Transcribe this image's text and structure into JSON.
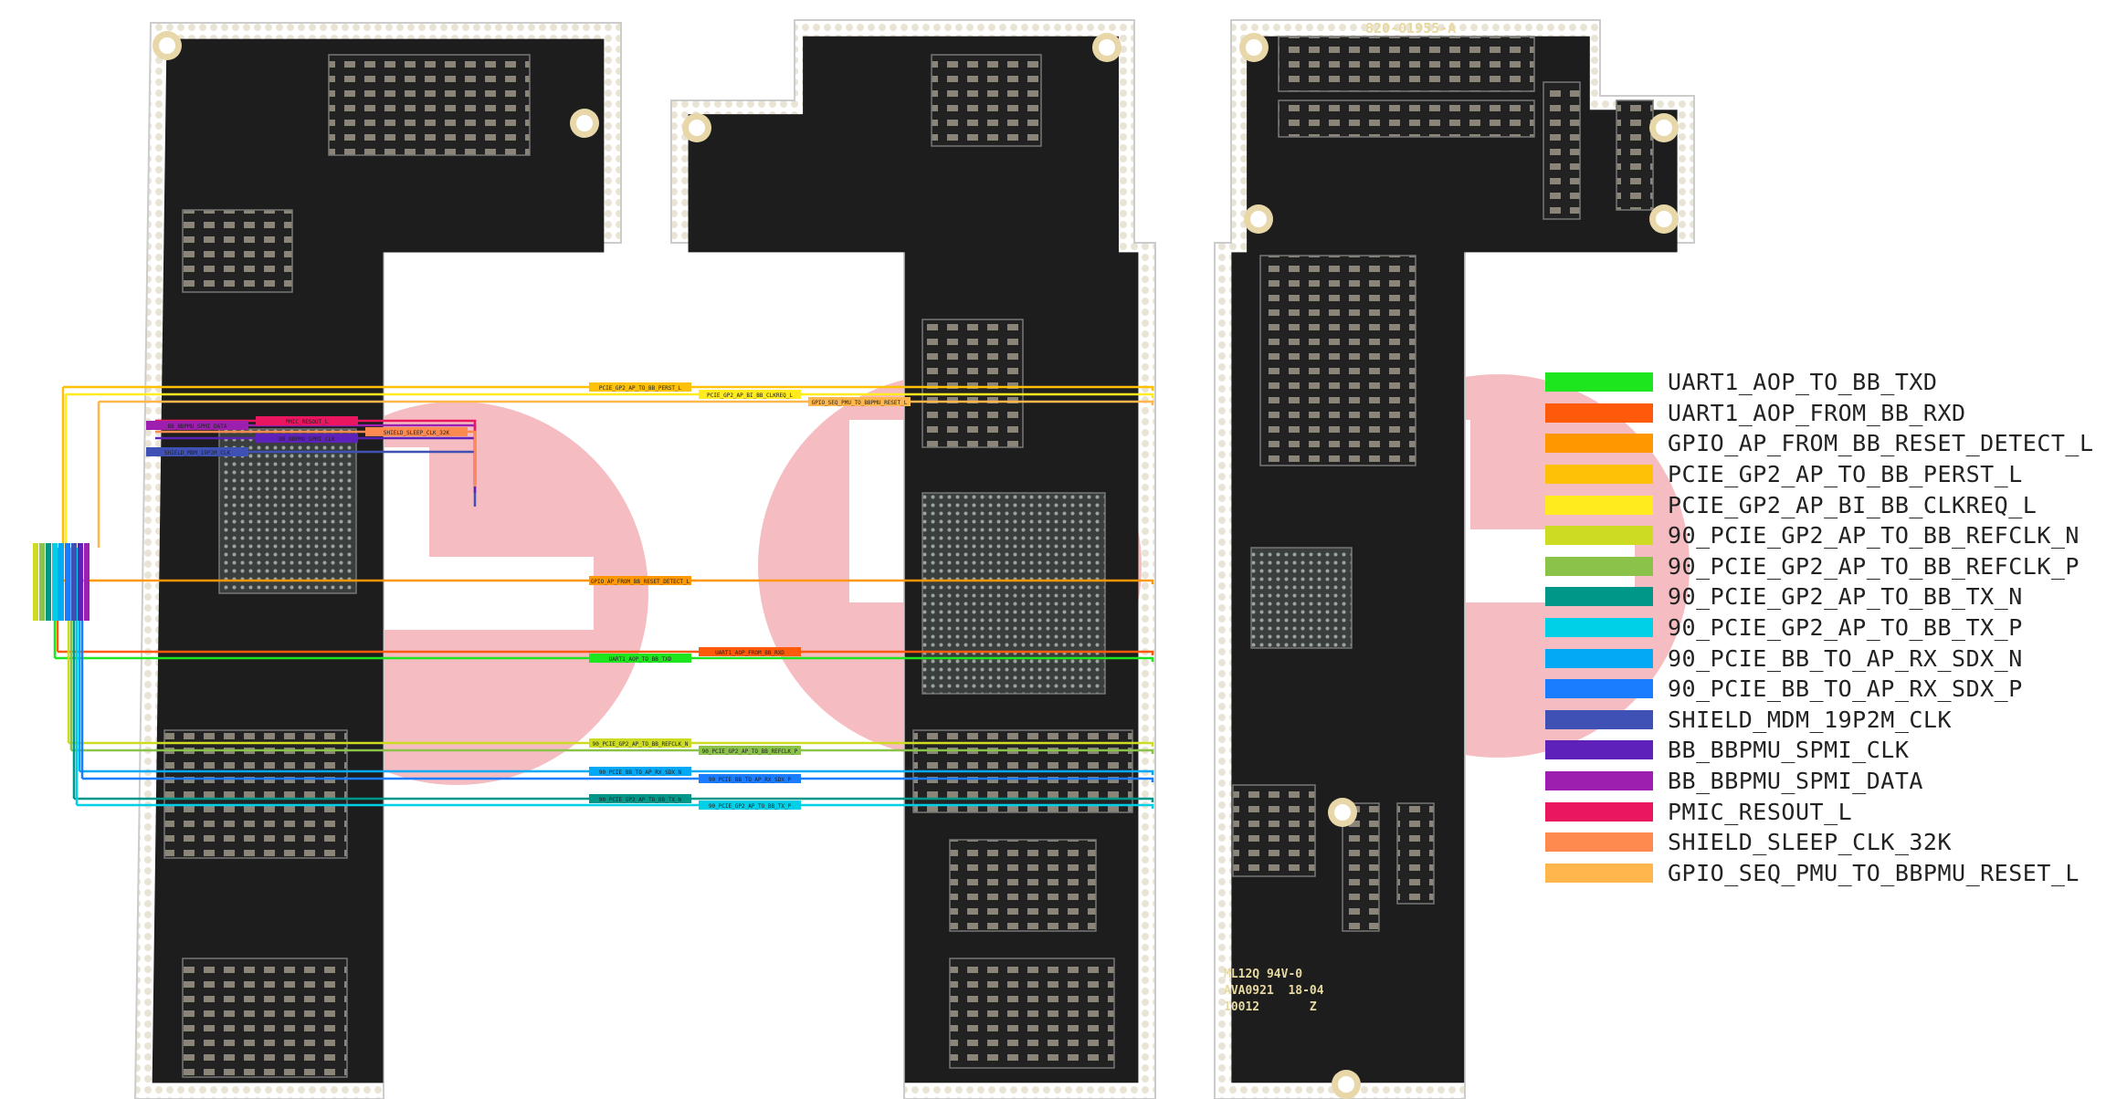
{
  "boards": {
    "part_number": "820-01955-A",
    "silkscreen_lines": [
      "ML12Q 94V-0",
      "AVA0921  18-04",
      "10012       Z"
    ]
  },
  "legend": [
    {
      "label": "UART1_AOP_TO_BB_TXD",
      "color": "#1ee61e"
    },
    {
      "label": "UART1_AOP_FROM_BB_RXD",
      "color": "#ff5a0a"
    },
    {
      "label": "GPIO_AP_FROM_BB_RESET_DETECT_L",
      "color": "#ff9800"
    },
    {
      "label": "PCIE_GP2_AP_TO_BB_PERST_L",
      "color": "#ffc107"
    },
    {
      "label": "PCIE_GP2_AP_BI_BB_CLKREQ_L",
      "color": "#ffeb1e"
    },
    {
      "label": "90_PCIE_GP2_AP_TO_BB_REFCLK_N",
      "color": "#cddc23"
    },
    {
      "label": "90_PCIE_GP2_AP_TO_BB_REFCLK_P",
      "color": "#8bc34a"
    },
    {
      "label": "90_PCIE_GP2_AP_TO_BB_TX_N",
      "color": "#009688"
    },
    {
      "label": "90_PCIE_GP2_AP_TO_BB_TX_P",
      "color": "#00cfe8"
    },
    {
      "label": "90_PCIE_BB_TO_AP_RX_SDX_N",
      "color": "#03a9f4"
    },
    {
      "label": "90_PCIE_BB_TO_AP_RX_SDX_P",
      "color": "#1a7cff"
    },
    {
      "label": "SHIELD_MDM_19P2M_CLK",
      "color": "#3f51b5"
    },
    {
      "label": "BB_BBPMU_SPMI_CLK",
      "color": "#5e22bb"
    },
    {
      "label": "BB_BBPMU_SPMI_DATA",
      "color": "#9c1fb0"
    },
    {
      "label": "PMIC_RESOUT_L",
      "color": "#ea1660"
    },
    {
      "label": "SHIELD_SLEEP_CLK_32K",
      "color": "#ff8a50"
    },
    {
      "label": "GPIO_SEQ_PMU_TO_BBPMU_RESET_L",
      "color": "#ffb74d"
    }
  ],
  "colors": {
    "board": "#1c1d1c",
    "watermark": "#f2a7ad",
    "pad": "#e9e4d6"
  }
}
